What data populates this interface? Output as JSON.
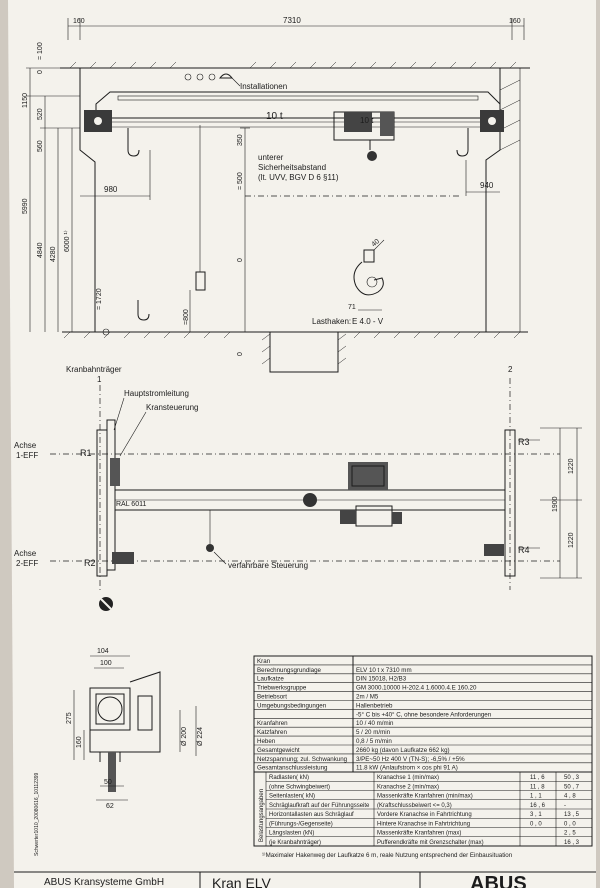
{
  "top_view": {
    "dimensions": {
      "span": "7310",
      "left_margin": "160",
      "right_margin": "160",
      "top_100": "= 100",
      "top_0": "0",
      "d_1150": "1150",
      "d_520": "520",
      "d_560": "560",
      "d_350": "350",
      "d_500": "= 500",
      "d_980": "980",
      "d_940": "940",
      "d_5990": "5990",
      "d_4840": "4840",
      "d_4280": "4280",
      "d_6000": "6000 ¹⁾",
      "d_1720": "= 1720",
      "d_800": "=800",
      "d_0_mid": "0",
      "d_0_low": "0",
      "d_71": "71",
      "d_40": "40"
    },
    "labels": {
      "installationen": "Installationen",
      "load_10t_beam": "10 t",
      "load_10t_trolley": "10 t",
      "safety_line1": "unterer",
      "safety_line2": "Sicherheitsabstand",
      "safety_line3": "(lt. UVV, BGV D 6 §11)",
      "lasthaken": "Lasthaken:",
      "hook_type": "E 4.0 - V"
    }
  },
  "plan_view": {
    "labels": {
      "kranbahntraeger": "Kranbahnträger",
      "rail_1": "1",
      "rail_2": "2",
      "hauptstromleitung": "Hauptstromleitung",
      "kransteuerung": "Kransteuerung",
      "achse1_a": "Achse",
      "achse1_b": "1-EFF",
      "achse2_a": "Achse",
      "achse2_b": "2-EFF",
      "r1": "R1",
      "r2": "R2",
      "r3": "R3",
      "r4": "R4",
      "ral": "RAL 6011",
      "steuerung": "verfahrbare Steuerung",
      "d_1220_top": "1220",
      "d_1900": "1900",
      "d_1220_bot": "1220"
    }
  },
  "detail_view": {
    "labels": {
      "d_104": "104",
      "d_100": "100",
      "d_275": "275",
      "d_160": "160",
      "d_200": "Ø 200",
      "d_224": "Ø 224",
      "d_50": "50",
      "d_62": "62"
    }
  },
  "spec_table": {
    "rows": [
      {
        "label": "Kran",
        "value": ""
      },
      {
        "label": "Berechnungsgrundlage",
        "value": "ELV  10 t x 7310 mm"
      },
      {
        "label": "Laufkatze",
        "value": "DIN 15018, H2/B3"
      },
      {
        "label": "Triebwerksgruppe",
        "value": "GM 3000.10000 H-202.4 1.6000.4.E 160.20"
      },
      {
        "label": "Betriebsort",
        "value": "2m / M5"
      },
      {
        "label": "Umgebungsbedingungen",
        "value": "Hallenbetrieb"
      },
      {
        "label": "",
        "value": "-5° C bis +40° C, ohne besondere Anforderungen"
      },
      {
        "label": "Kranfahren",
        "value": "10 / 40 m/min"
      },
      {
        "label": "Katzfahren",
        "value": "5 / 20 m/min"
      },
      {
        "label": "Heben",
        "value": "0,8 / 5 m/min"
      },
      {
        "label": "Gesamtgewicht",
        "value": "2660 kg    (davon Laufkatze 662 kg)"
      },
      {
        "label": "Netzspannung; zul. Schwankung",
        "value": "3/PE~50 Hz 400 V (TN-S); -6,5% / +5%"
      },
      {
        "label": "Gesamtanschlussleistung",
        "value": "11.8 kW (Anlaufstrom × cos phi 91 A)"
      }
    ],
    "load_rows": [
      {
        "label": "Radlasten( kN)",
        "desc": "Kranachse 1 (min/max)",
        "v1": "11 , 6",
        "v2": "50 , 3"
      },
      {
        "label": "(ohne Schwingbeiwert)",
        "desc": "Kranachse 2 (min/max)",
        "v1": "11 , 8",
        "v2": "50 , 7"
      },
      {
        "label": "Seitenlasten( kN)",
        "desc": "Massenkräfte Kranfahren (min/max)",
        "v1": "1 , 1",
        "v2": "4 , 8"
      },
      {
        "label": "Schräglaufkraft auf der Führungsseite",
        "desc": "(Kraftschlussbeiwert <= 0,3)",
        "v1": "16 , 6",
        "v2": "-"
      },
      {
        "label": "Horizontallasten aus Schräglauf",
        "desc": "Vordere Kranachse in Fahrtrichtung",
        "v1": "3 , 1",
        "v2": "13 , 5"
      },
      {
        "label": "(Führungs-/Gegenseite)",
        "desc": "Hintere Kranachse in Fahrtrichtung",
        "v1": "0 , 0",
        "v2": "0 , 0"
      },
      {
        "label": "Längslasten (kN)",
        "desc": "Massenkräfte Kranfahren (max)",
        "v1": "",
        "v2": "2 , 5"
      },
      {
        "label": "(je Kranbahnträger)",
        "desc": "Pufferendkräfte mit Grenzschalter (max)",
        "v1": "",
        "v2": "16 , 3"
      }
    ],
    "side_label": "Belastungsangaben",
    "footnote": "¹⁾Maximaler Hakenweg der Laufkatze 6 m, reale Nutzung entsprechend der Einbausituation"
  },
  "footer": {
    "company": "ABUS Kransysteme GmbH",
    "drawing": "Kran ELV",
    "logo": "ABUS",
    "side_code": "Schwerter1010_20080616_10112399"
  },
  "colors": {
    "paper": "#f4f2ec",
    "ink": "#1c1c1c",
    "backdrop": "#cfc9c0"
  }
}
